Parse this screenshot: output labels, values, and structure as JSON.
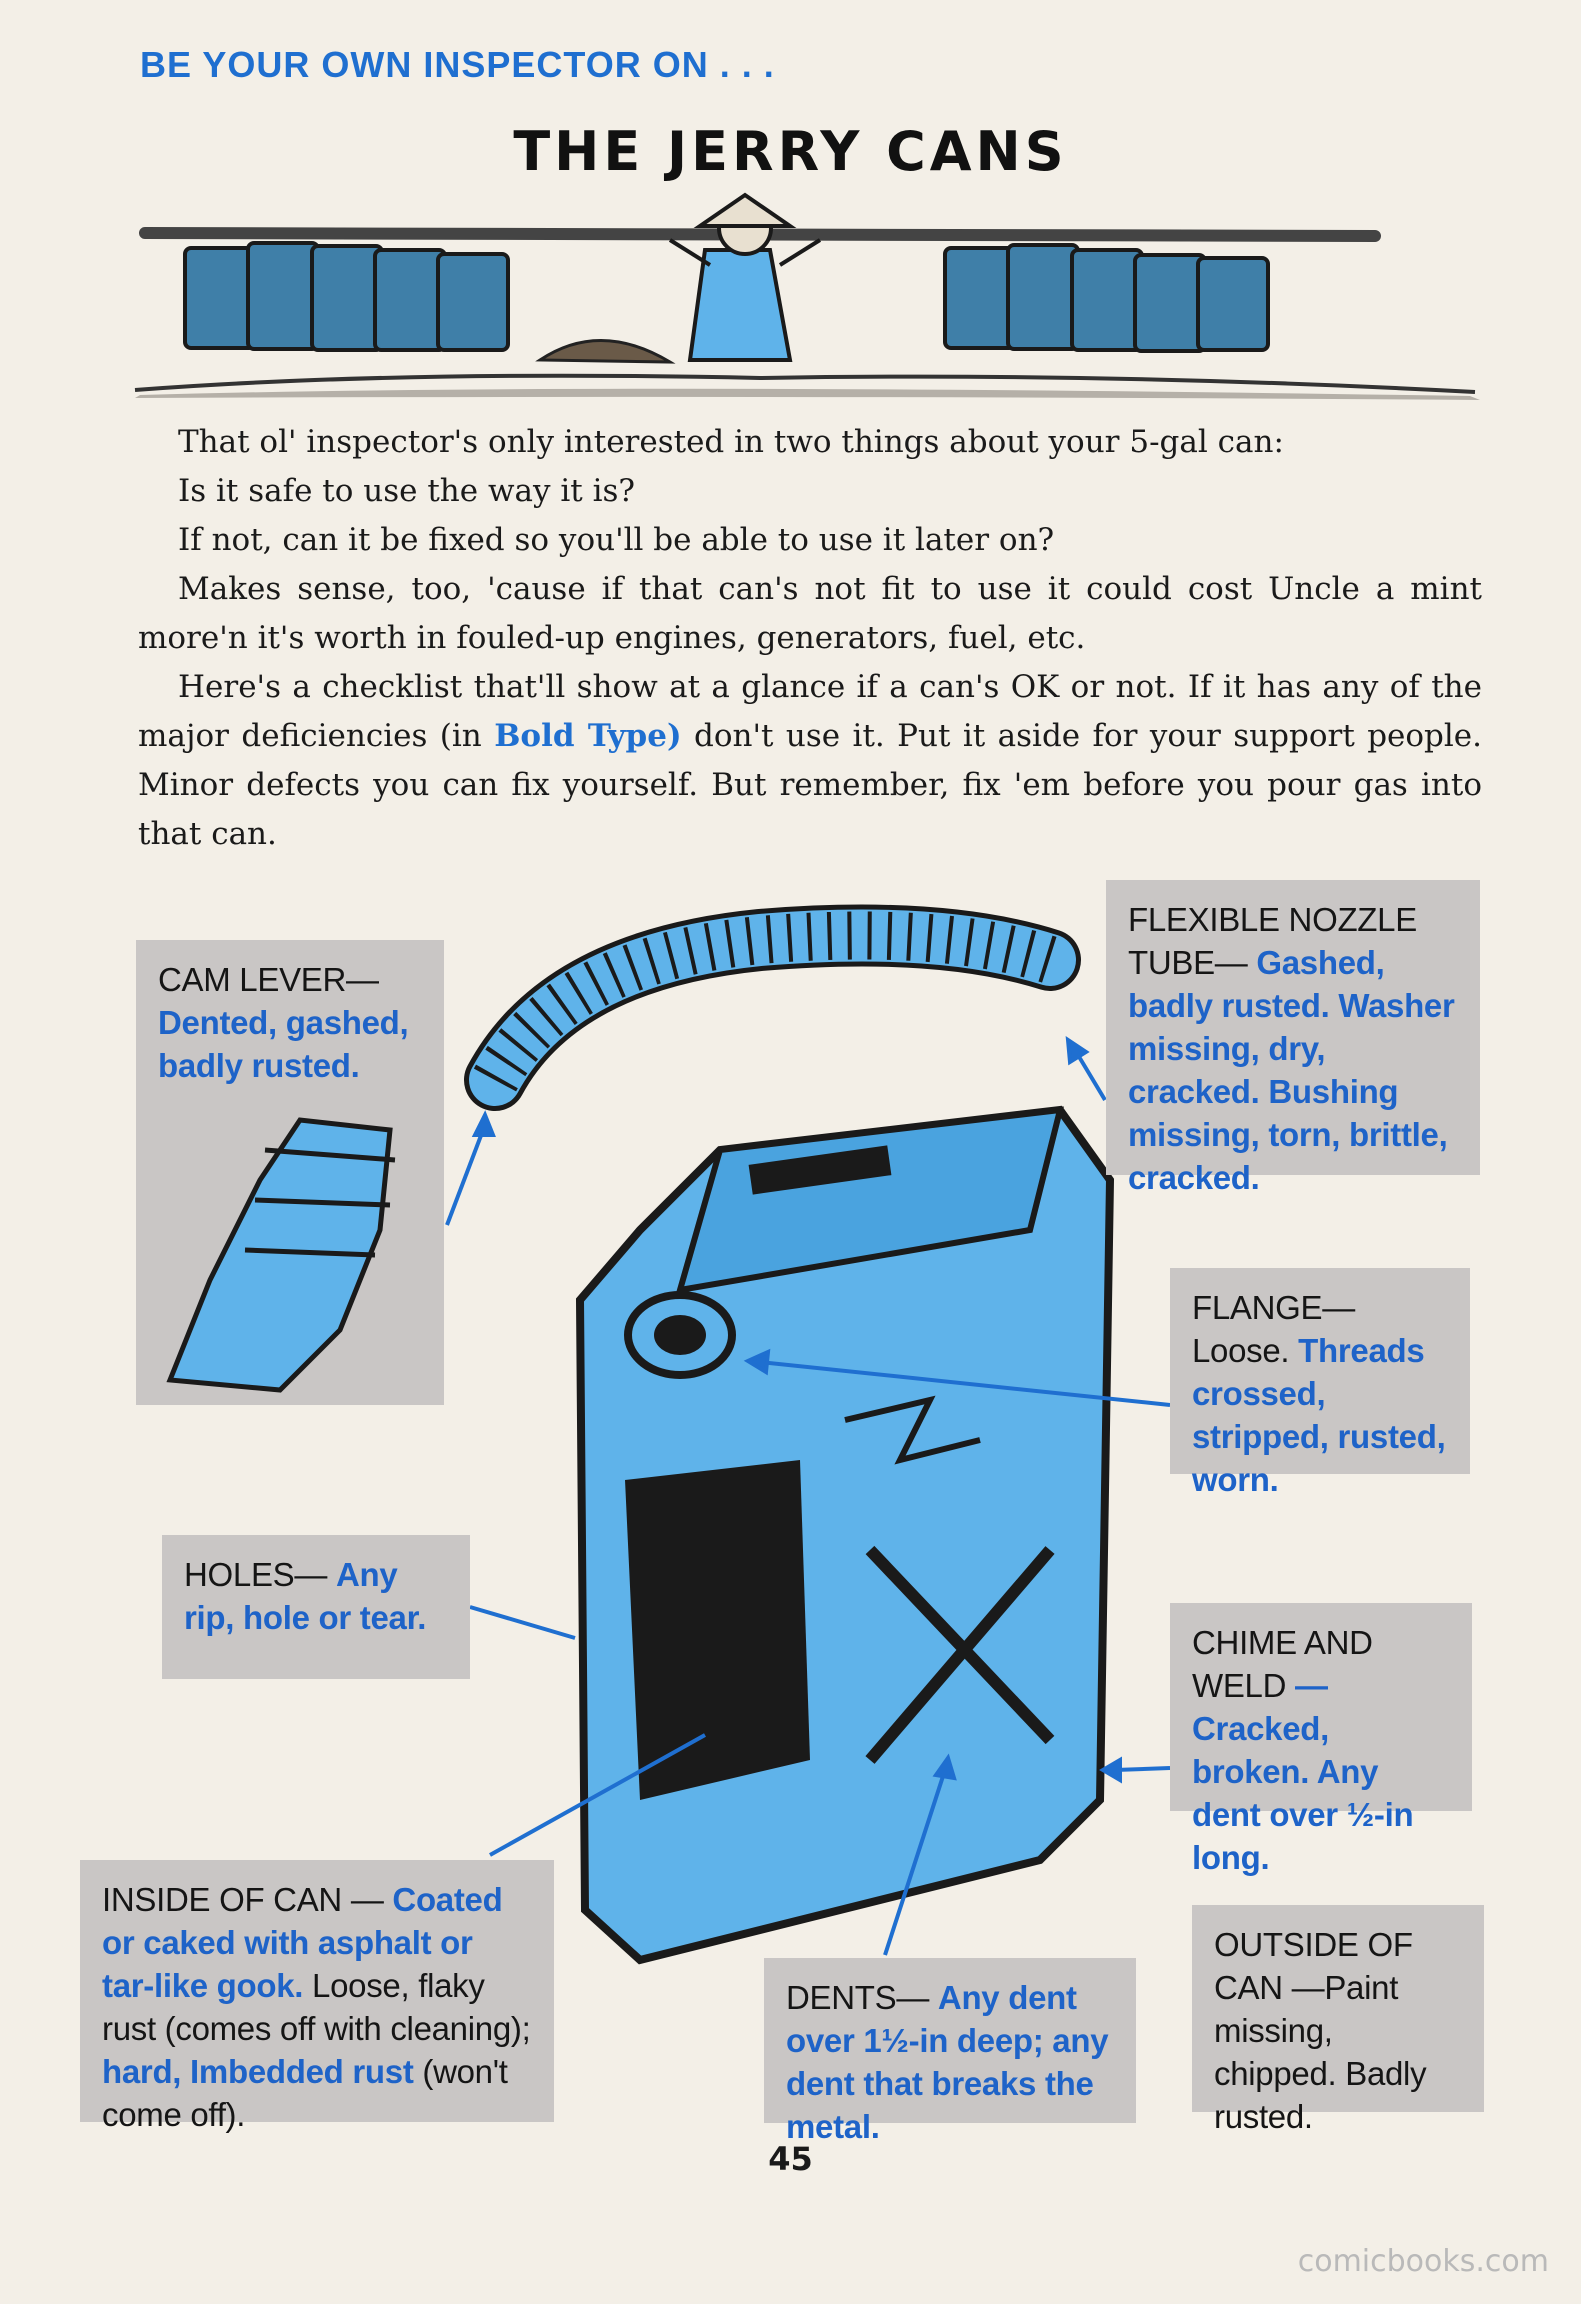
{
  "header": {
    "kicker": "BE YOUR OWN INSPECTOR ON . . .",
    "title": "THE JERRY CANS"
  },
  "intro": {
    "p1": "That ol' inspector's only interested in two things about your 5-gal can:",
    "p2": "Is it safe to use the way it is?",
    "p3": "If not, can it be fixed so you'll be able to use it later on?",
    "p4": "Makes sense, too, 'cause if that can's not fit to use it could cost Uncle a mint more'n it's worth in fouled-up engines, generators, fuel, etc.",
    "p5_a": "Here's a checklist that'll show at a glance if a can's OK or not. If it has any of the major deficiencies (in",
    "p5_bold": "Bold Type)",
    "p5_b": "don't use it. Put it aside for your support people. Minor defects you can fix yourself. But remember, fix 'em before you pour gas into that can."
  },
  "callouts": {
    "cam_lever": {
      "label": "CAM LEVER—",
      "major": "Dented, gashed, badly rusted."
    },
    "nozzle": {
      "label": "FLEXIBLE NOZZLE TUBE— ",
      "major": "Gashed, badly rusted. Washer missing, dry, cracked. Bushing missing, torn, brittle, cracked."
    },
    "flange": {
      "label": "FLANGE—Loose. ",
      "major": "Threads crossed, stripped, rusted, worn."
    },
    "holes": {
      "label": "HOLES— ",
      "major": "Any rip, hole or tear."
    },
    "chime": {
      "label": "CHIME AND WELD ",
      "major": "—Cracked, broken. Any dent over ½-in long."
    },
    "inside": {
      "label": "INSIDE OF CAN — ",
      "major1": "Coated or caked with asphalt or tar-like gook.",
      "minor1": " Loose, flaky rust (comes off with cleaning); ",
      "major2": "hard, Imbedded rust",
      "minor2": " (won't come off)."
    },
    "dents": {
      "label": "DENTS— ",
      "major": "Any dent over 1½-in deep; any dent that breaks the metal."
    },
    "outside": {
      "label": "OUTSIDE OF CAN —Paint missing, chipped. Badly rusted."
    }
  },
  "page_number": "45",
  "watermark": "comicbooks.com",
  "colors": {
    "accent_blue": "#1f6fd0",
    "illustration_blue": "#5fb3ea",
    "box_gray": "#c9c6c5"
  }
}
